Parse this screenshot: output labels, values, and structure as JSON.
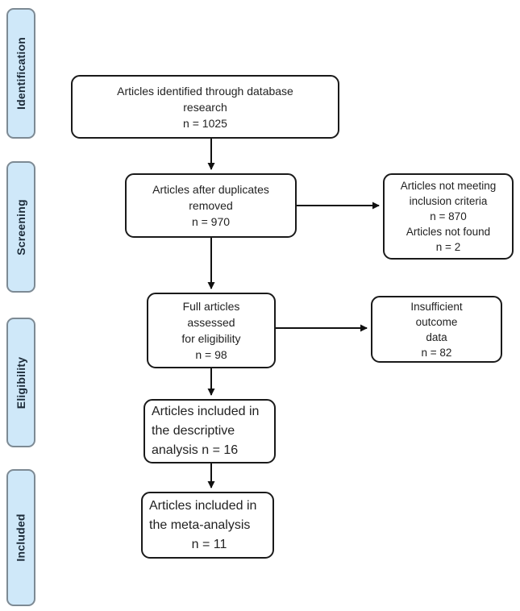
{
  "diagram": {
    "stages": [
      {
        "label": "Identification"
      },
      {
        "label": "Screening"
      },
      {
        "label": "Eligibility"
      },
      {
        "label": "Included"
      }
    ],
    "boxes": {
      "identified": {
        "lines": [
          "Articles identified through database",
          "research",
          "n = 1025"
        ]
      },
      "duplicates": {
        "lines": [
          "Articles after duplicates",
          "removed",
          "n = 970"
        ]
      },
      "not_meeting": {
        "lines": [
          "Articles not meeting",
          "inclusion criteria",
          "n = 870",
          "Articles not found",
          "n = 2"
        ]
      },
      "full_assessed": {
        "lines": [
          "Full articles",
          "assessed",
          "for eligibility",
          "n = 98"
        ]
      },
      "insufficient": {
        "lines": [
          "Insufficient",
          "outcome",
          "data",
          "n = 82"
        ]
      },
      "descriptive": {
        "lines": [
          "Articles included in",
          "the descriptive",
          "analysis n = 16"
        ]
      },
      "meta": {
        "lines": [
          "Articles included in",
          "the meta-analysis",
          "n = 11"
        ]
      }
    },
    "colors": {
      "stage_fill": "#cfe8f9",
      "stage_border": "#7d8a94",
      "stage_text": "#1c2b39",
      "box_fill": "#ffffff",
      "box_border": "#1a1a1a",
      "box_text": "#222222",
      "arrow": "#111111"
    }
  }
}
